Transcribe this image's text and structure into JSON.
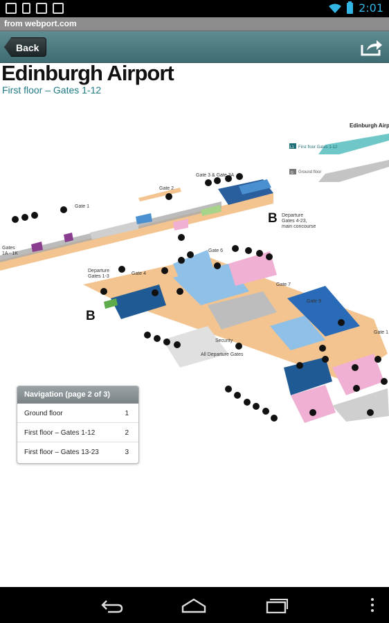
{
  "status_bar": {
    "time": "2:01",
    "left_icons": [
      "gallery-icon",
      "phone-icon",
      "play-store-icon",
      "play-store-icon"
    ],
    "accent": "#33b5e5"
  },
  "url_bar": {
    "text": "from webport.com"
  },
  "header": {
    "back_label": "Back",
    "share_icon": "share-icon"
  },
  "page": {
    "title": "Edinburgh Airport",
    "subtitle": "First floor – Gates 1-12"
  },
  "map": {
    "legend": {
      "heading": "Edinburgh Airp",
      "first_floor_tag": "L1",
      "first_floor_label": "First floor Gates 1-12",
      "ground_tag": "G",
      "ground_label": "Ground floor"
    },
    "labels": {
      "gate1": "Gate 1",
      "gate2": "Gate 2",
      "gate3": "Gate 3 & Gate 3A",
      "gate4": "Gate 4",
      "gate6": "Gate 6",
      "gate7": "Gate 7",
      "gate9": "Gate 9",
      "gate1x": "Gate 1",
      "gates1a": "Gates",
      "gates1a2": "1A - 1K",
      "dep13a": "Departure",
      "dep13b": "Gates 1-3",
      "dep423a": "Departure",
      "dep423b": "Gates 4-23,",
      "dep423c": "main concourse",
      "security": "Security",
      "all_dep": "All Departure Gates",
      "b1": "B",
      "b2": "B"
    }
  },
  "navigation": {
    "heading": "Navigation (page 2 of 3)",
    "items": [
      {
        "label": "Ground floor",
        "page": "1"
      },
      {
        "label": "First floor – Gates 1-12",
        "page": "2"
      },
      {
        "label": "First floor – Gates 13-23",
        "page": "3"
      }
    ]
  },
  "nav_bar": {
    "buttons": [
      "back-icon",
      "home-icon",
      "recent-apps-icon",
      "menu-icon"
    ]
  }
}
